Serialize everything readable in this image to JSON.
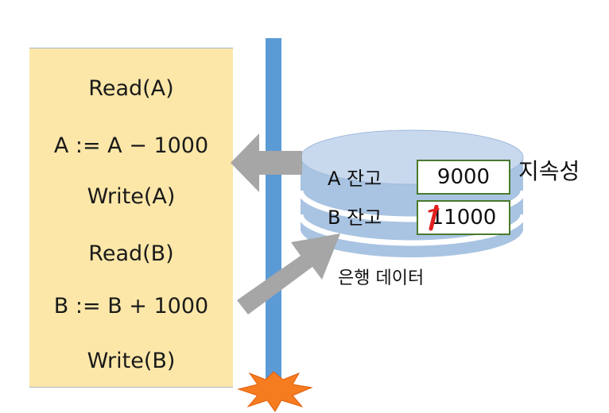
{
  "transaction": {
    "operations": [
      "Read(A)",
      "A := A − 1000",
      "Write(A)",
      "Read(B)",
      "B := B + 1000",
      "Write(B)"
    ]
  },
  "database": {
    "rows": [
      {
        "label": "A 잔고",
        "value": "9000"
      },
      {
        "label": "B 잔고",
        "value": "11000"
      }
    ],
    "caption": "은행 데이터"
  },
  "property_label": "지속성",
  "colors": {
    "panel": "#fce7a8",
    "timeline": "#5b9bd5",
    "cylinder": "#a9c4e2",
    "arrow": "#a6a6a6",
    "crash": "#f57c1f",
    "box_border": "#4a7a2e",
    "strike_mark": "#e02020"
  }
}
